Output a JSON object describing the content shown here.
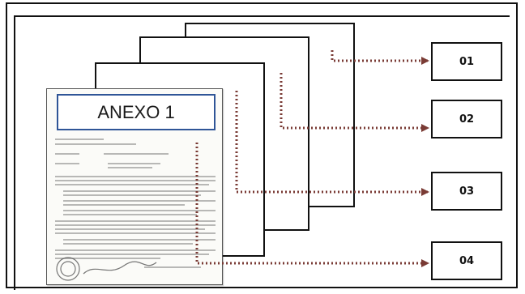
{
  "document": {
    "annex_title": "ANEXO 1"
  },
  "labels": {
    "items": [
      {
        "text": "01"
      },
      {
        "text": "02"
      },
      {
        "text": "03"
      },
      {
        "text": "04"
      }
    ]
  },
  "colors": {
    "arrow": "#7a3b35",
    "annex_border": "#2f5597"
  }
}
